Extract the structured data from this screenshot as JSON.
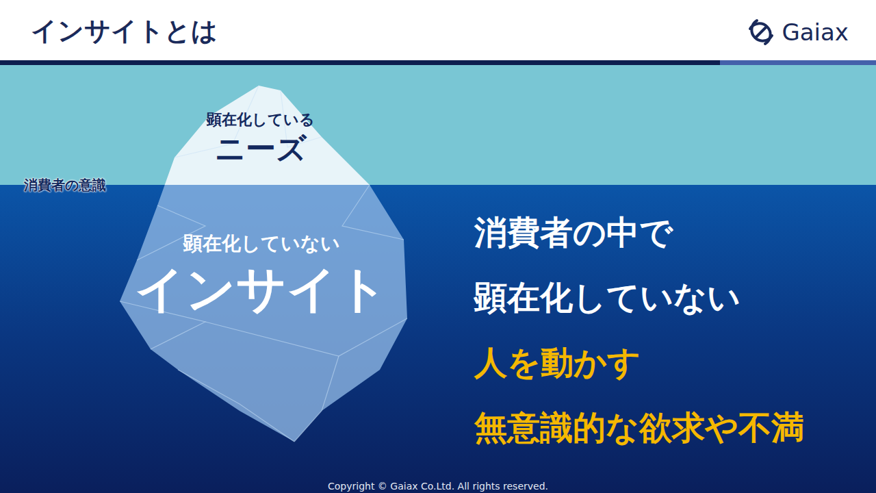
{
  "diagram": {
    "title": "インサイトとは",
    "nodes": [
      {
        "text": [
          "顕在化している",
          "ニーズ"
        ]
      },
      {
        "text": [
          "顕在化していない",
          "インサイト"
        ]
      }
    ],
    "labels": [
      "消費者の意識",
      "消費者の中で",
      "顕在化していない",
      "人を動かす",
      "無意識的な欲求や不満",
      "Gaiax",
      "Copyright © Gaiax Co.Ltd. All rights reserved."
    ]
  }
}
